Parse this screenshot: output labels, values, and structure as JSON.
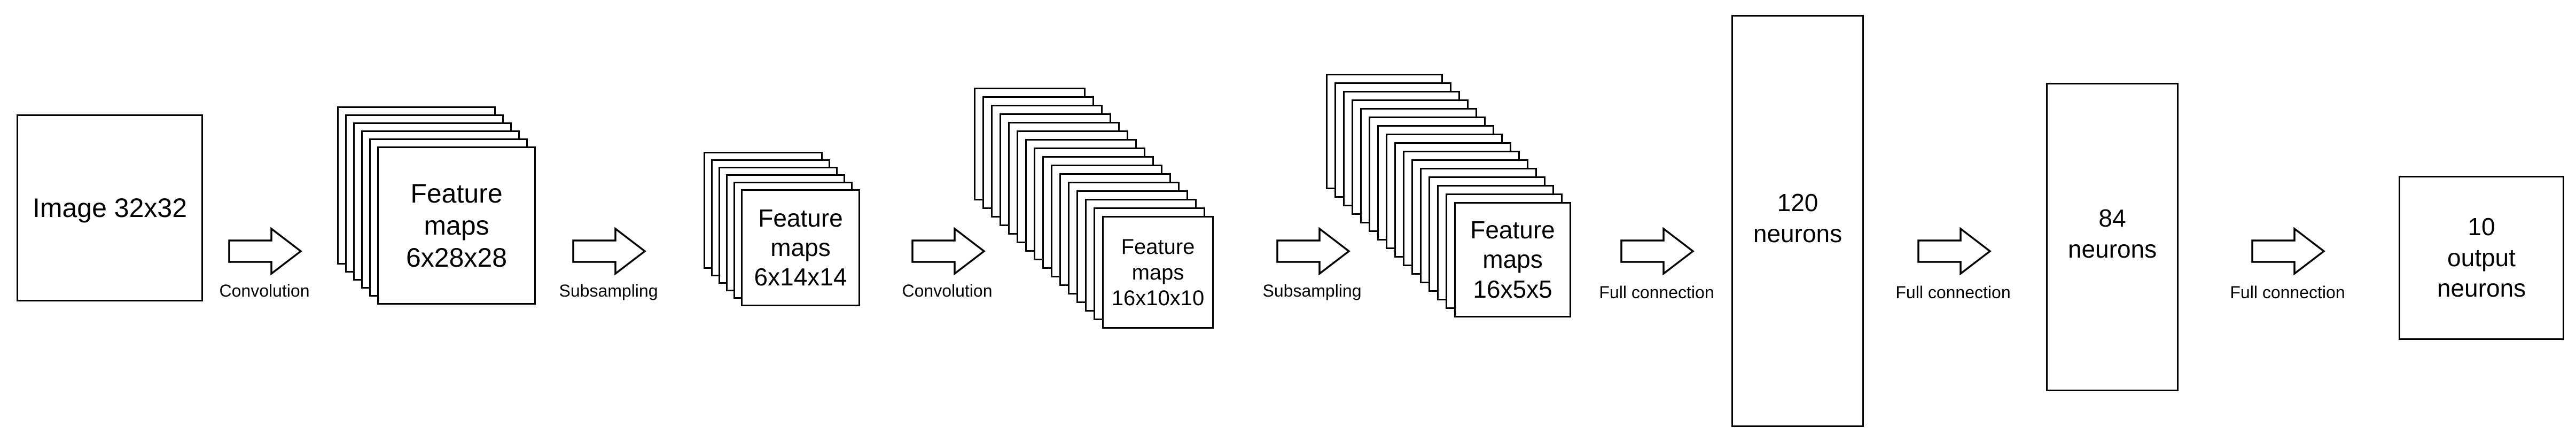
{
  "input": {
    "label": "Image 32x32"
  },
  "stacks": [
    {
      "line1": "Feature",
      "line2": "maps",
      "line3": "6x28x28"
    },
    {
      "line1": "Feature",
      "line2": "maps",
      "line3": "6x14x14"
    },
    {
      "line1": "Feature",
      "line2": "maps",
      "line3": "16x10x10"
    },
    {
      "line1": "Feature",
      "line2": "maps",
      "line3": "16x5x5"
    }
  ],
  "dense": [
    {
      "line1": "120",
      "line2": "neurons",
      "line3": ""
    },
    {
      "line1": "84",
      "line2": "neurons",
      "line3": ""
    },
    {
      "line1": "10",
      "line2": "output",
      "line3": "neurons"
    }
  ],
  "operations": [
    "Convolution",
    "Subsampling",
    "Convolution",
    "Subsampling",
    "Full connection",
    "Full connection",
    "Full connection"
  ]
}
